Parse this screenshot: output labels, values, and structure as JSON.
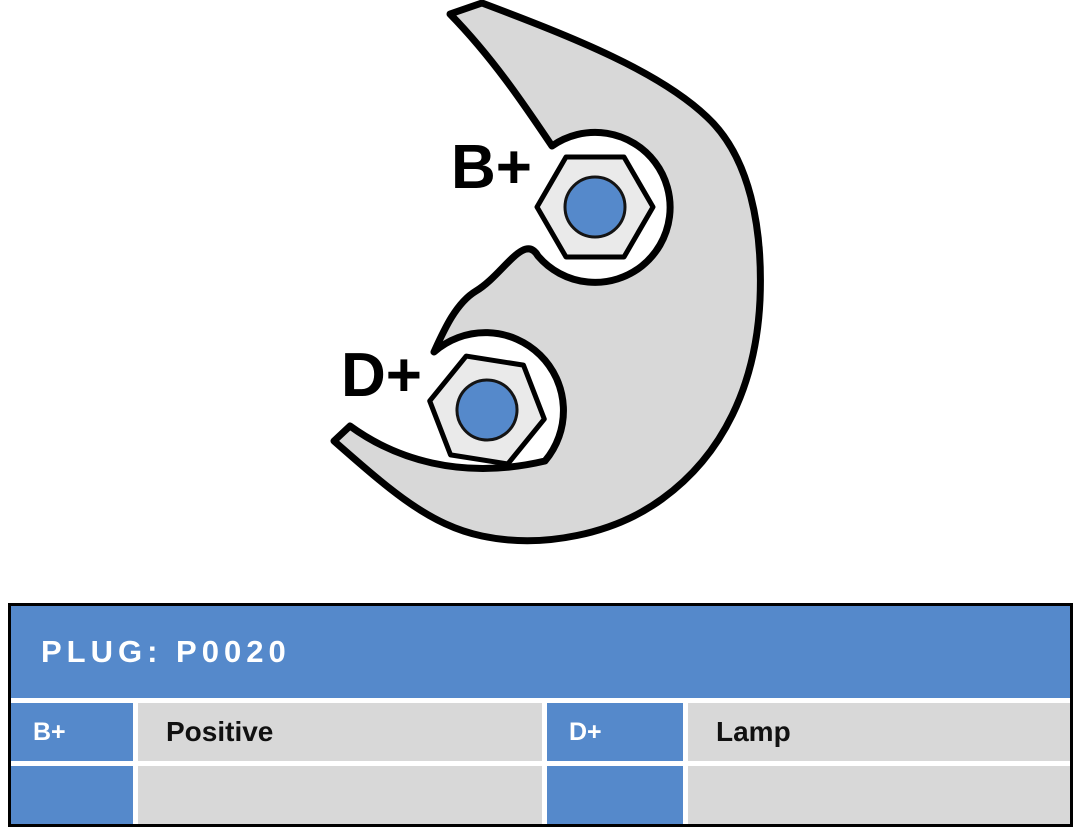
{
  "diagram": {
    "terminals": [
      {
        "label": "B+"
      },
      {
        "label": "D+"
      }
    ]
  },
  "table": {
    "title": "PLUG: P0020",
    "row1": {
      "c1": "B+",
      "c2": "Positive",
      "c3": "D+",
      "c4": "Lamp"
    },
    "row2": {
      "c1": "",
      "c2": "",
      "c3": "",
      "c4": ""
    }
  },
  "colors": {
    "accent_blue": "#5589cb",
    "panel_gray": "#d8d8d8",
    "nut_gray": "#eaeaea",
    "outline_black": "#000000"
  }
}
